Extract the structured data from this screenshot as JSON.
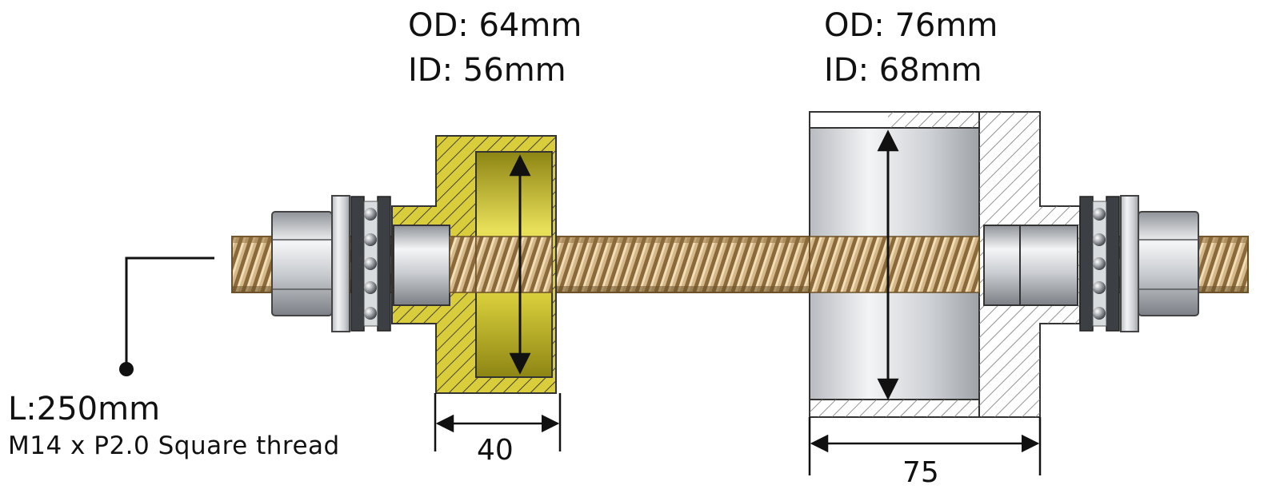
{
  "labels": {
    "left_od": "OD: 64mm",
    "left_id": "ID: 56mm",
    "right_od": "OD: 76mm",
    "right_id": "ID: 68mm",
    "length": "L:250mm",
    "thread": "M14 x P2.0 Square thread",
    "dim_left": "40",
    "dim_right": "75"
  },
  "colors": {
    "yellow_body": "#d6c84a",
    "yellow_dark": "#a89a1c",
    "threaded_rod": "#c8a870",
    "steel": "#c9ccd0",
    "hatch_stroke": "#555555"
  }
}
